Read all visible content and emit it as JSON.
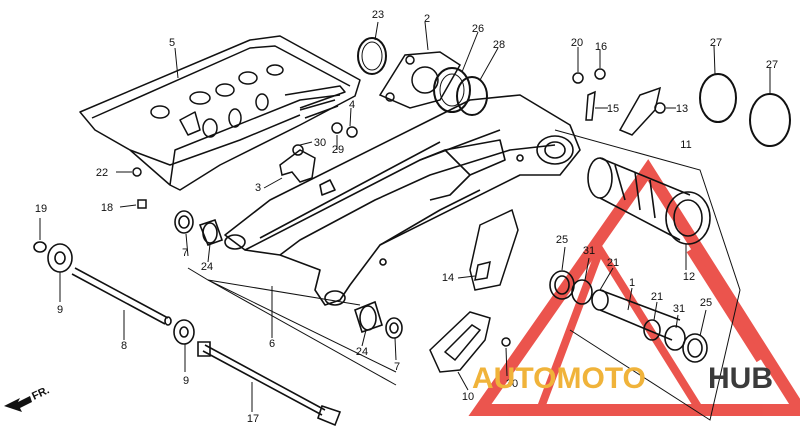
{
  "diagram": {
    "callouts": [
      {
        "id": "c5",
        "label": "5"
      },
      {
        "id": "c23",
        "label": "23"
      },
      {
        "id": "c2",
        "label": "2"
      },
      {
        "id": "c26",
        "label": "26"
      },
      {
        "id": "c28",
        "label": "28"
      },
      {
        "id": "c20",
        "label": "20"
      },
      {
        "id": "c16",
        "label": "16"
      },
      {
        "id": "c27a",
        "label": "27"
      },
      {
        "id": "c27b",
        "label": "27"
      },
      {
        "id": "c4",
        "label": "4"
      },
      {
        "id": "c30a",
        "label": "30"
      },
      {
        "id": "c29",
        "label": "29"
      },
      {
        "id": "c15",
        "label": "15"
      },
      {
        "id": "c13",
        "label": "13"
      },
      {
        "id": "c11",
        "label": "11"
      },
      {
        "id": "c22",
        "label": "22"
      },
      {
        "id": "c3",
        "label": "3"
      },
      {
        "id": "c18",
        "label": "18"
      },
      {
        "id": "c19",
        "label": "19"
      },
      {
        "id": "c7a",
        "label": "7"
      },
      {
        "id": "c24a",
        "label": "24"
      },
      {
        "id": "c25a",
        "label": "25"
      },
      {
        "id": "c31a",
        "label": "31"
      },
      {
        "id": "c21a",
        "label": "21"
      },
      {
        "id": "c12",
        "label": "12"
      },
      {
        "id": "c9a",
        "label": "9"
      },
      {
        "id": "c14",
        "label": "14"
      },
      {
        "id": "c1",
        "label": "1"
      },
      {
        "id": "c21b",
        "label": "21"
      },
      {
        "id": "c31b",
        "label": "31"
      },
      {
        "id": "c25b",
        "label": "25"
      },
      {
        "id": "c8",
        "label": "8"
      },
      {
        "id": "c6",
        "label": "6"
      },
      {
        "id": "c24b",
        "label": "24"
      },
      {
        "id": "c7b",
        "label": "7"
      },
      {
        "id": "c9b",
        "label": "9"
      },
      {
        "id": "c30b",
        "label": "30"
      },
      {
        "id": "c10",
        "label": "10"
      },
      {
        "id": "c17",
        "label": "17"
      }
    ],
    "direction_label": "FR."
  },
  "watermark": {
    "text_part1": "AUTOMOTO",
    "text_part2": "HUB",
    "color_primary": "#e8372f",
    "color_secondary": "#f0b33a",
    "color_dark": "#3b3b3b"
  }
}
